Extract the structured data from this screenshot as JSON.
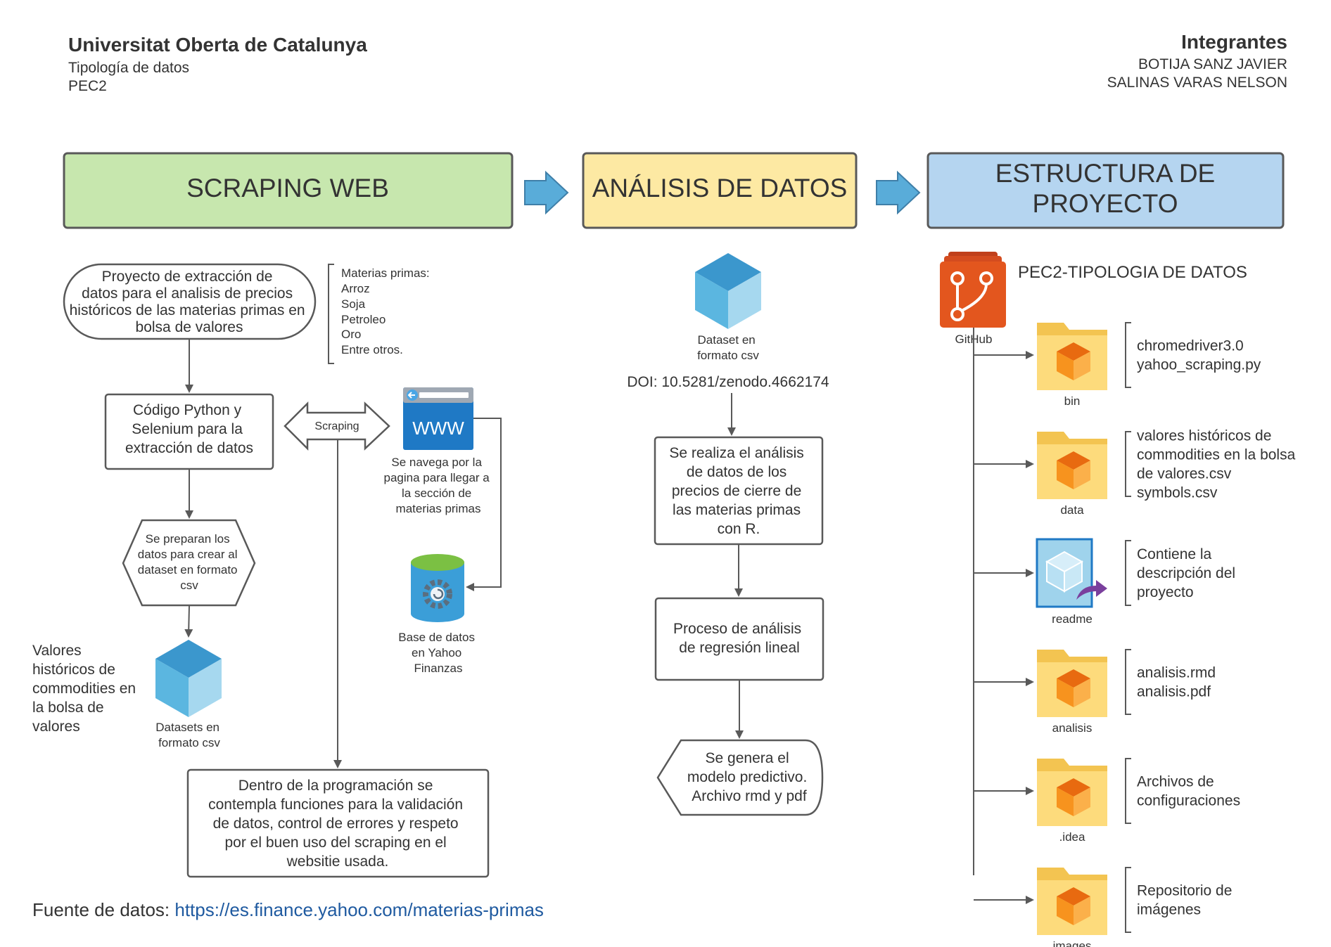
{
  "header": {
    "university": "Universitat Oberta de Catalunya",
    "subject": "Tipología de datos",
    "assignment": "PEC2",
    "members_title": "Integrantes",
    "members": [
      "BOTIJA SANZ JAVIER",
      "SALINAS VARAS NELSON"
    ]
  },
  "stages": {
    "scraping": "SCRAPING WEB",
    "analisis": "ANÁLISIS DE DATOS",
    "estructura": [
      "ESTRUCTURA DE",
      "PROYECTO"
    ]
  },
  "scraping": {
    "project_desc": [
      "Proyecto de extracción de",
      "datos para el analisis de precios",
      "históricos de las materias primas en",
      "bolsa de valores"
    ],
    "materias": [
      "Materias primas:",
      "Arroz",
      "Soja",
      "Petroleo",
      "Oro",
      "Entre otros."
    ],
    "codigo": [
      "Código Python y",
      "Selenium para la",
      "extracción de datos"
    ],
    "scraping_label": "Scraping",
    "www_label": "WWW",
    "navega": [
      "Se navega por la",
      "pagina para llegar a",
      "la sección de",
      "materias primas"
    ],
    "preparan": [
      "Se preparan los",
      "datos para crear al",
      "dataset en formato",
      "csv"
    ],
    "valores": [
      "Valores",
      "históricos de",
      "commodities en",
      "la bolsa de",
      "valores"
    ],
    "datasets_label": [
      "Datasets en",
      "formato csv"
    ],
    "base_datos": [
      "Base de datos",
      "en Yahoo",
      "Finanzas"
    ],
    "programacion": [
      "Dentro de la programación se",
      "contempla funciones para la validación",
      "de datos, control de errores y respeto",
      "por el buen uso del scraping en el",
      "websitie usada."
    ]
  },
  "analisis": {
    "dataset_label": [
      "Dataset en",
      "formato csv"
    ],
    "doi": "DOI: 10.5281/zenodo.4662174",
    "realiza": [
      "Se realiza el análisis",
      "de datos de los",
      "precios de cierre de",
      "las materias primas",
      "con R."
    ],
    "regresion": [
      "Proceso de análisis",
      "de regresión lineal"
    ],
    "genera": [
      "Se genera el",
      "modelo predictivo.",
      "Archivo rmd y pdf"
    ]
  },
  "estructura": {
    "repo_title": "PEC2-TIPOLOGIA DE DATOS",
    "github_label": "GitHub",
    "folders": [
      {
        "name": "bin",
        "desc": [
          "chromedriver3.0",
          "yahoo_scraping.py"
        ]
      },
      {
        "name": "data",
        "desc": [
          "valores históricos de",
          "commodities en la bolsa",
          "de valores.csv",
          "symbols.csv"
        ]
      },
      {
        "name": "readme",
        "desc": [
          "Contiene la",
          "descripción del",
          "proyecto"
        ]
      },
      {
        "name": "analisis",
        "desc": [
          "analisis.rmd",
          "analisis.pdf"
        ]
      },
      {
        "name": ".idea",
        "desc": [
          "Archivos de",
          "configuraciones"
        ]
      },
      {
        "name": "images",
        "desc": [
          "Repositorio de",
          "imágenes"
        ]
      }
    ]
  },
  "footer": {
    "fuente_label": "Fuente de datos: ",
    "fuente_url": "https://es.finance.yahoo.com/materias-primas"
  },
  "colors": {
    "green": "#c7e7ae",
    "yellow": "#fde9a3",
    "blue": "#b5d5f0",
    "arrow_blue": "#59acd9",
    "github": "#e3561e",
    "folder": "#fddb7c",
    "cube": "#f7931e"
  }
}
